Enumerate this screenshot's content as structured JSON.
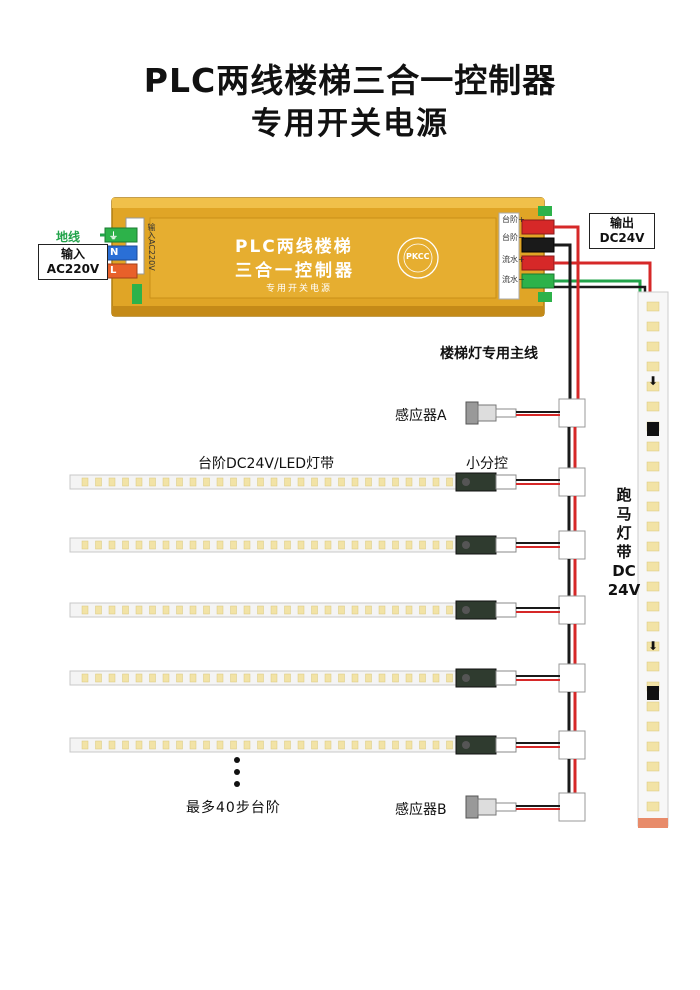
{
  "title_line1": "PLC两线楼梯三合一控制器",
  "title_line2": "专用开关电源",
  "psu": {
    "face_line1": "PLC两线楼梯",
    "face_line2": "三合一控制器",
    "face_line3": "专用开关电源",
    "input_terminal_label": "输入AC220V",
    "input_terminals": [
      "⏚",
      "N",
      "L"
    ],
    "output_terminals": [
      "台阶+",
      "台阶−",
      "流水+",
      "流水−"
    ],
    "badge": "PKCC"
  },
  "labels": {
    "ground_wire": "地线",
    "input": "输入",
    "input_voltage": "AC220V",
    "output": "输出",
    "output_voltage": "DC24V",
    "main_wire": "楼梯灯专用主线",
    "sensor_a": "感应器A",
    "sensor_b": "感应器B",
    "step_strip": "台阶DC24V/LED灯带",
    "sub_controller": "小分控",
    "max_steps": "最多40步台阶",
    "running_strip": [
      "跑",
      "马",
      "灯",
      "带",
      "DC",
      "24V"
    ]
  },
  "colors": {
    "psu_body": "#E0A526",
    "wire_red": "#D62828",
    "wire_black": "#1a1a1a",
    "wire_green": "#22A34A",
    "terminal_green": "#2DB24A",
    "terminal_blue": "#2A6FD6",
    "terminal_orange": "#E8602A",
    "led_yellow": "#F2E3A6"
  },
  "step_count_shown": 5
}
